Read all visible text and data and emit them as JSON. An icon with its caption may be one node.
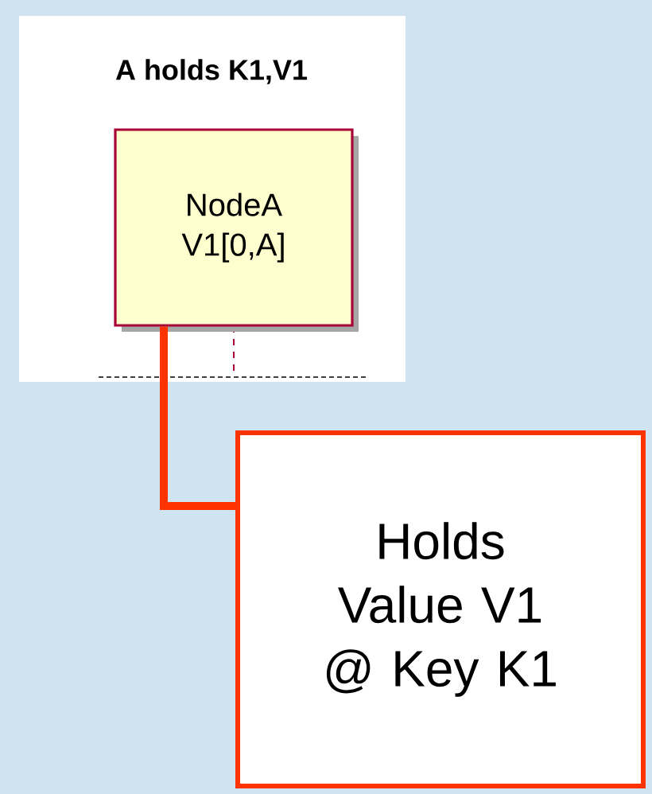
{
  "diagram": {
    "title": "A holds K1,V1",
    "nodes": [
      {
        "text": [
          "NodeA V1[0,A]"
        ]
      },
      {
        "text": [
          "Holds Value V1 @ Key K1"
        ]
      }
    ],
    "edges": [
      {
        "from": 1,
        "to": 0,
        "arrow": "none"
      }
    ]
  }
}
